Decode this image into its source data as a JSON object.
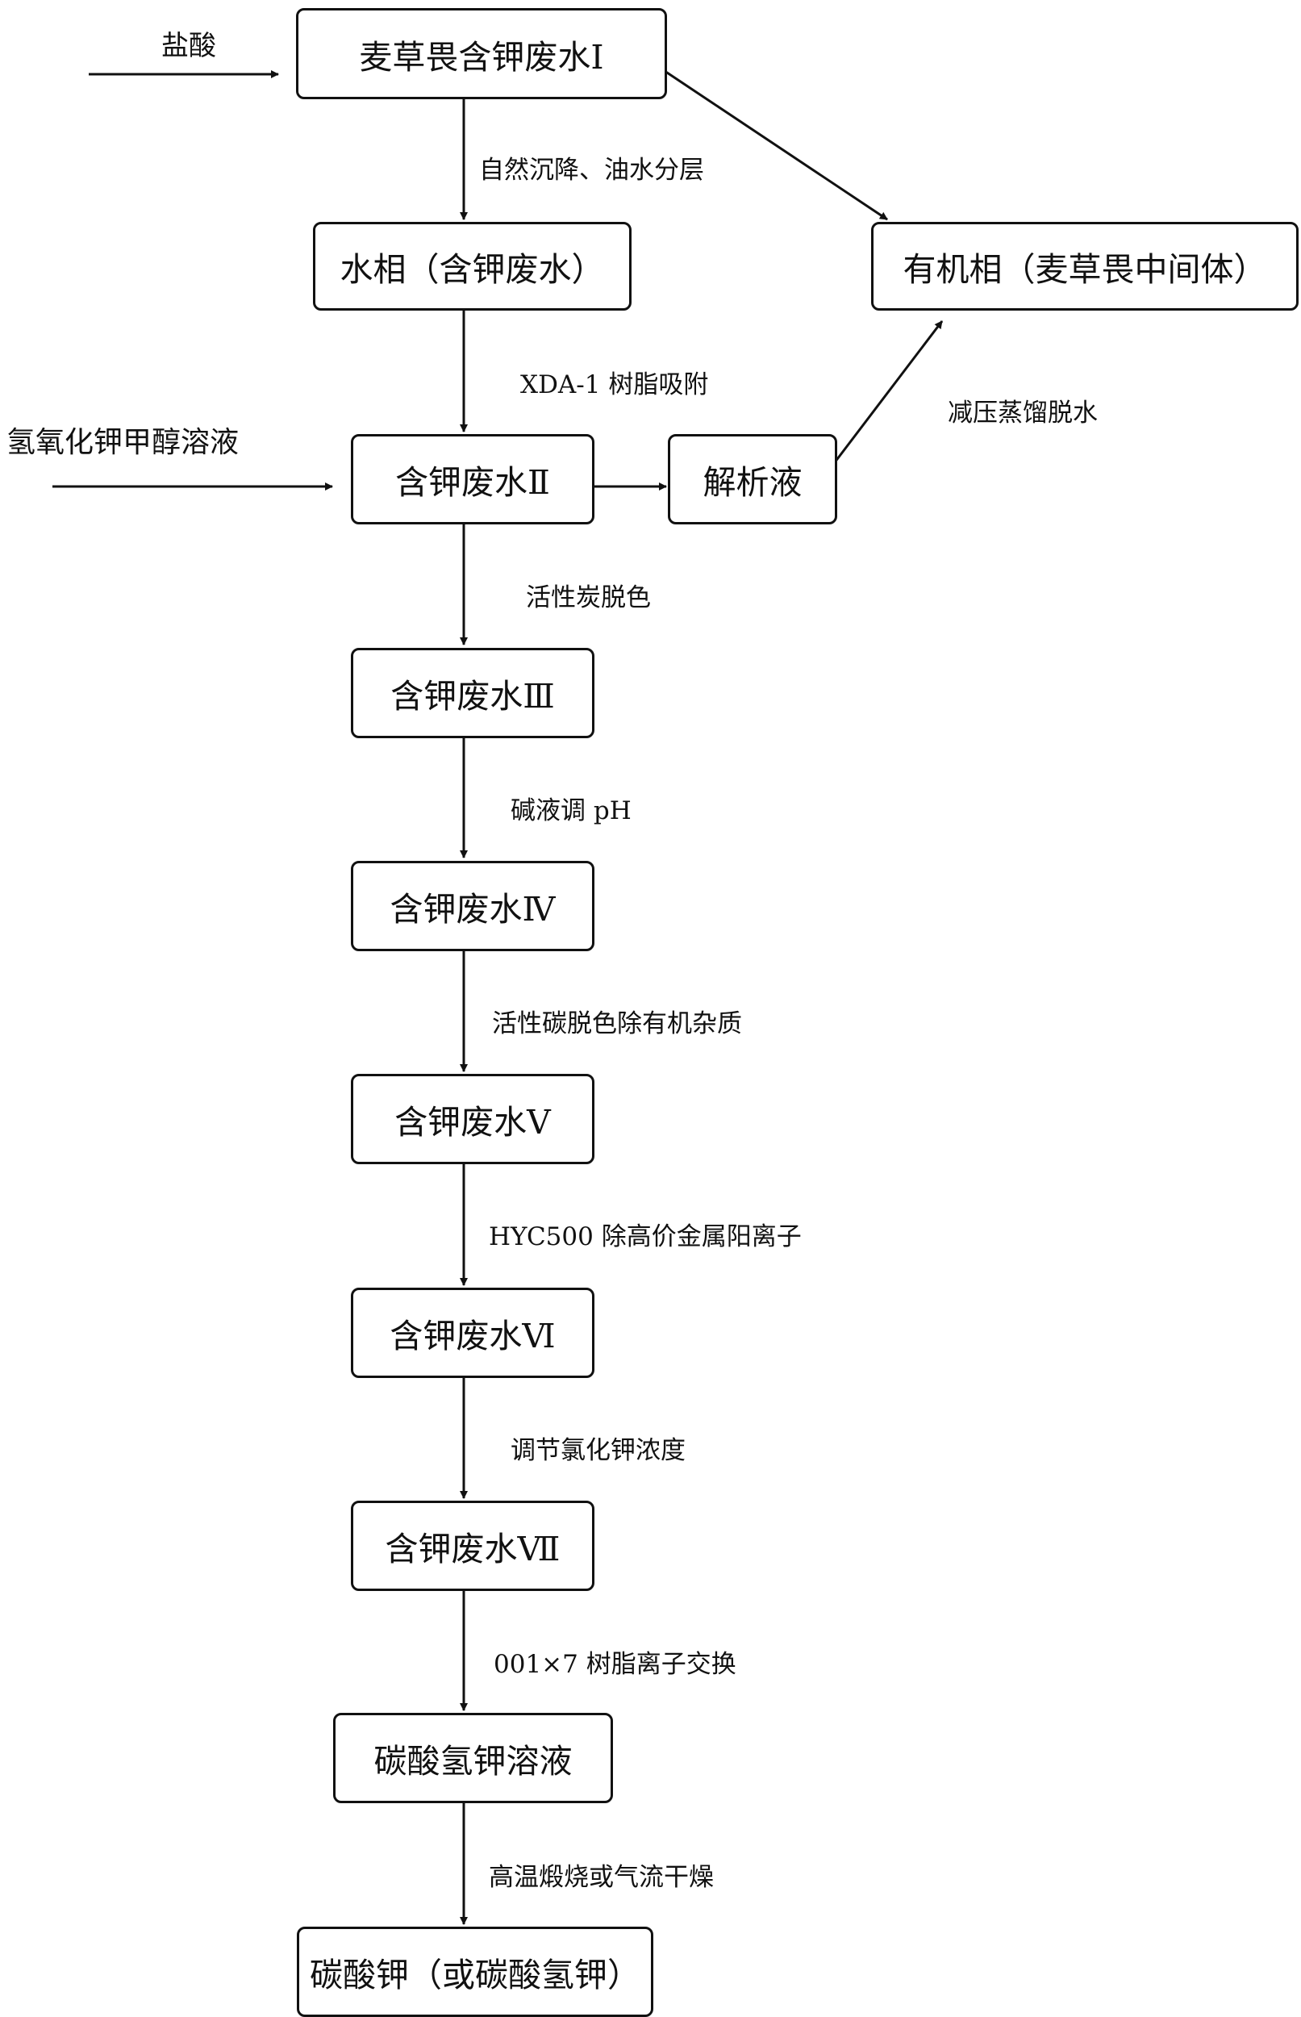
{
  "nodes": {
    "wastewater_1": "麦草畏含钾废水Ⅰ",
    "aqueous_phase": "水相（含钾废水）",
    "organic_phase": "有机相（麦草畏中间体）",
    "wastewater_2": "含钾废水Ⅱ",
    "desorption_liquid": "解析液",
    "wastewater_3": "含钾废水Ⅲ",
    "wastewater_4": "含钾废水Ⅳ",
    "wastewater_5": "含钾废水Ⅴ",
    "wastewater_6": "含钾废水Ⅵ",
    "wastewater_7": "含钾废水Ⅶ",
    "bicarbonate_solution": "碳酸氢钾溶液",
    "final_product": "碳酸钾（或碳酸氢钾）"
  },
  "inputs": {
    "hydrochloric_acid": "盐酸",
    "koh_methanol": "氢氧化钾甲醇溶液"
  },
  "steps": {
    "settle_separate": "自然沉降、油水分层",
    "xda_adsorption": "XDA-1 树脂吸附",
    "vacuum_distill": "减压蒸馏脱水",
    "carbon_decolor_1": "活性炭脱色",
    "alkali_ph": "碱液调 pH",
    "carbon_decolor_2": "活性碳脱色除有机杂质",
    "hyc500": "HYC500 除高价金属阳离子",
    "adjust_kcl": "调节氯化钾浓度",
    "ion_exchange": "001×7 树脂离子交换",
    "calcine_dry": "高温煅烧或气流干燥"
  }
}
